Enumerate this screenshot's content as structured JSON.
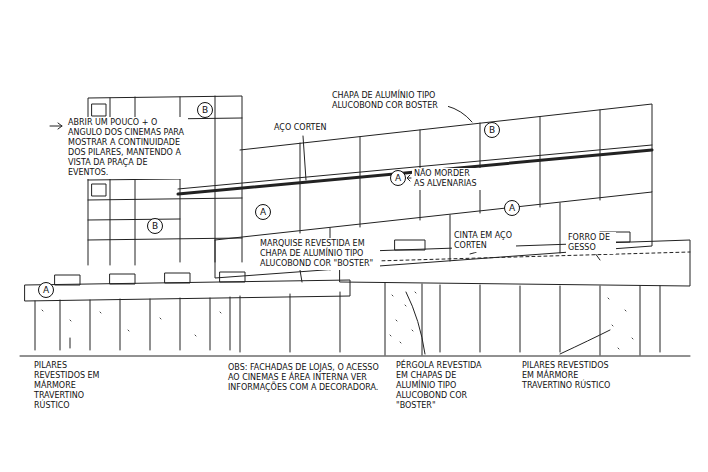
{
  "diagram": {
    "nodes": [
      {
        "text": [
          "B"
        ]
      },
      {
        "text": [
          "B"
        ]
      },
      {
        "text": [
          "A"
        ]
      },
      {
        "text": [
          "A"
        ]
      },
      {
        "text": [
          "A"
        ]
      },
      {
        "text": [
          "B"
        ]
      },
      {
        "text": [
          "A"
        ]
      }
    ],
    "labels": [
      "ABRIR UM POUCO + O ANGULO DOS CINEMAS PARA MOSTRAR A CONTINUIDADE DOS PILARES, MANTENDO A VISTA DA PRAÇA DE EVENTOS.",
      "CHAPA DE ALUMÍNIO TIPO ALUCOBOND COR BOSTER",
      "AÇO CORTEN",
      "NÃO MORDER AS ALVENARIAS",
      "MARQUISE REVESTIDA EM CHAPA DE ALUMÍNIO TIPO ALUCOBOND COR \"BOSTER\"",
      "CINTA EM AÇO CORTEN",
      "FORRO DE GESSO",
      "PILARES REVESTIDOS EM MÁRMORE TRAVERTINO RÚSTICO",
      "OBS: FACHADAS DE LOJAS, O ACESSO AO CINEMAS E ÁREA INTERNA VER INFORMAÇÕES COM A DECORADORA.",
      "PÉRGOLA REVESTIDA EM CHAPAS DE ALUMÍNIO TIPO ALUCOBOND COR \"BOSTER\"",
      "PILARES REVESTIDOS EM MÁRMORE TRAVERTINO RÚSTICO"
    ]
  }
}
